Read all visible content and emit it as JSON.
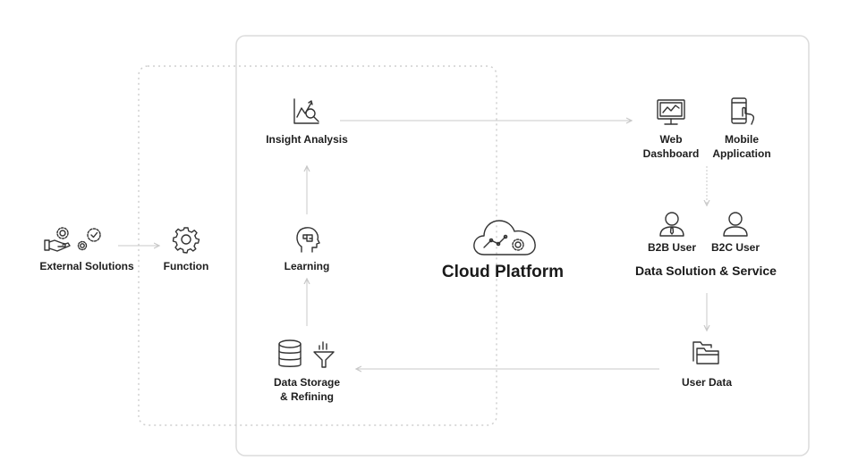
{
  "nodes": {
    "external_solutions": "External Solutions",
    "function": "Function",
    "learning": "Learning",
    "insight_analysis": "Insight Analysis",
    "data_storage": [
      "Data Storage",
      "& Refining"
    ],
    "cloud_platform": "Cloud Platform",
    "web_dashboard": [
      "Web",
      "Dashboard"
    ],
    "mobile_application": [
      "Mobile",
      "Application"
    ],
    "b2b_user": "B2B User",
    "b2c_user": "B2C User",
    "data_solution": "Data Solution & Service",
    "user_data": "User Data"
  },
  "icons": {
    "external_solutions": "hand-with-gears-icon",
    "function": "gear-icon",
    "learning": "head-with-brain-icon",
    "insight_analysis": "chart-with-magnifier-icon",
    "data_storage": "database-icon",
    "refining": "funnel-with-bars-icon",
    "cloud_platform": "cloud-with-chart-icon",
    "web_dashboard": "monitor-chart-icon",
    "mobile_application": "phone-tap-icon",
    "b2b_user": "user-with-tie-icon",
    "b2c_user": "user-icon",
    "user_data": "folders-icon"
  },
  "colors": {
    "arrow": "#c8c8c8",
    "frame": "#d6d6d6",
    "icon": "#333333",
    "text": "#1e1e1e"
  }
}
